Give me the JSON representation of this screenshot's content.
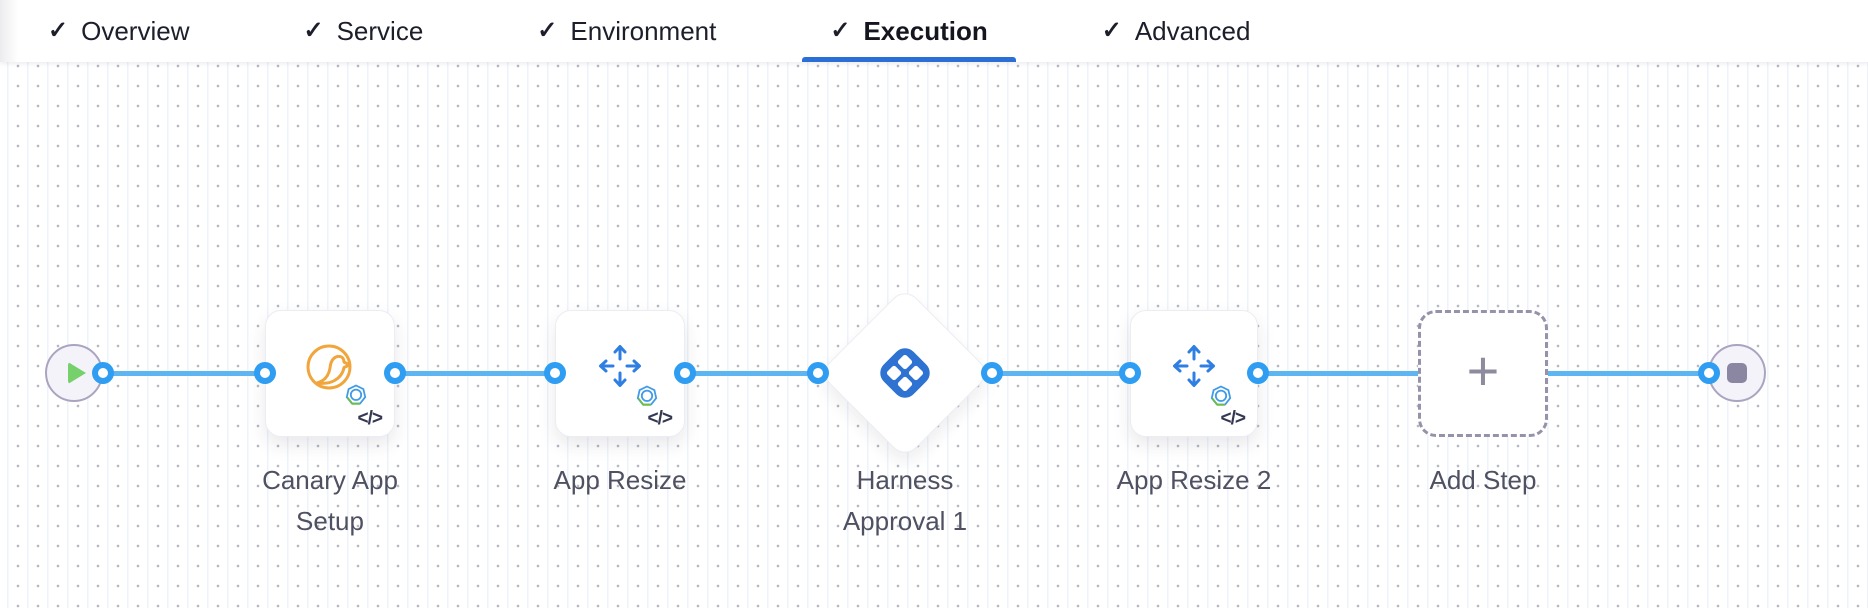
{
  "icons": {
    "check": "✓",
    "plus": "+",
    "code_badge": "</>"
  },
  "tabs": {
    "items": [
      {
        "label": "Overview",
        "checked": true,
        "active": false
      },
      {
        "label": "Service",
        "checked": true,
        "active": false
      },
      {
        "label": "Environment",
        "checked": true,
        "active": false
      },
      {
        "label": "Execution",
        "checked": true,
        "active": true
      },
      {
        "label": "Advanced",
        "checked": true,
        "active": false
      }
    ]
  },
  "pipeline": {
    "start_node": {
      "icon": "play-icon"
    },
    "end_node": {
      "icon": "stop-icon"
    },
    "steps": [
      {
        "label": "Canary App Setup",
        "icon": "canary-app-icon",
        "shape": "square",
        "badges": [
          "gear",
          "code"
        ]
      },
      {
        "label": "App Resize",
        "icon": "resize-arrows-icon",
        "shape": "square",
        "badges": [
          "gear",
          "code"
        ]
      },
      {
        "label": "Harness Approval 1",
        "icon": "harness-logo-icon",
        "shape": "diamond",
        "badges": []
      },
      {
        "label": "App Resize 2",
        "icon": "resize-arrows-icon",
        "shape": "square",
        "badges": [
          "gear",
          "code"
        ]
      },
      {
        "label": "Add Step",
        "icon": "plus-icon",
        "shape": "dashed-square",
        "badges": []
      }
    ]
  },
  "colors": {
    "accent_blue": "#2a6ed6",
    "connector_ring_blue": "#2f9df2",
    "flow_line_blue": "#5db6f1",
    "canary_orange": "#f0a63c",
    "arrow_blue": "#2f7ee2",
    "harness_logo_blue": "#2e72d2",
    "label_gray": "#4f5162",
    "play_green": "#76d16c",
    "stop_gray": "#8b87a2"
  }
}
